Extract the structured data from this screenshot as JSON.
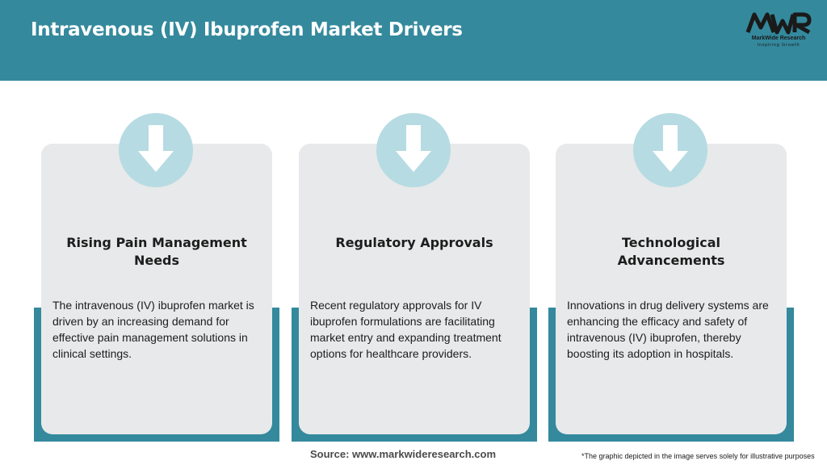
{
  "header": {
    "title": "Intravenous (IV) Ibuprofen Market Drivers",
    "logo": {
      "mark": "MWR",
      "name": "MarkWide Research",
      "tagline": "Inspiring Growth"
    }
  },
  "cards": [
    {
      "icon": "down-arrow-icon",
      "title": "Rising Pain Management Needs",
      "text": "The intravenous (IV) ibuprofen market is driven by an increasing demand for effective pain management solutions in clinical settings."
    },
    {
      "icon": "down-arrow-icon",
      "title": "Regulatory Approvals",
      "text": "Recent regulatory approvals for IV ibuprofen formulations are facilitating market entry and expanding treatment options for healthcare providers."
    },
    {
      "icon": "down-arrow-icon",
      "title": "Technological Advancements",
      "text": "Innovations in drug delivery systems are enhancing the efficacy and safety of intravenous (IV) ibuprofen, thereby boosting its adoption in hospitals."
    }
  ],
  "footer": {
    "source": "Source: www.markwideresearch.com",
    "disclaimer": "*The graphic depicted in the image serves solely for illustrative purposes"
  },
  "colors": {
    "accent": "#34899d",
    "card": "#e8e9ea",
    "icon_circle": "#b6dbe3"
  }
}
